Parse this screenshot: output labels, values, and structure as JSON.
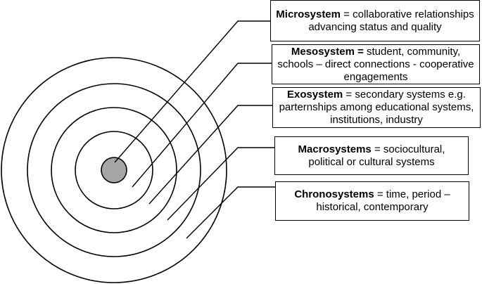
{
  "colors": {
    "stroke": "#000000",
    "core_fill": "#a6a6a6",
    "background": "#ffffff"
  },
  "layers": [
    {
      "term": "Microsystem",
      "separator": " = ",
      "description": "collaborative relationships advancing status and quality"
    },
    {
      "term": "Mesosystem =",
      "separator": " ",
      "description": "student, community, schools – direct connections - cooperative engagements"
    },
    {
      "term": "Exosystem",
      "separator": " = ",
      "description": "secondary systems e.g. parternships among educational systems, institutions, industry"
    },
    {
      "term": "Macrosystems",
      "separator": " = ",
      "description": "sociocultural, political or cultural systems"
    },
    {
      "term": "Chronosystems",
      "separator": " = ",
      "description": "time, period – historical, contemporary"
    }
  ]
}
